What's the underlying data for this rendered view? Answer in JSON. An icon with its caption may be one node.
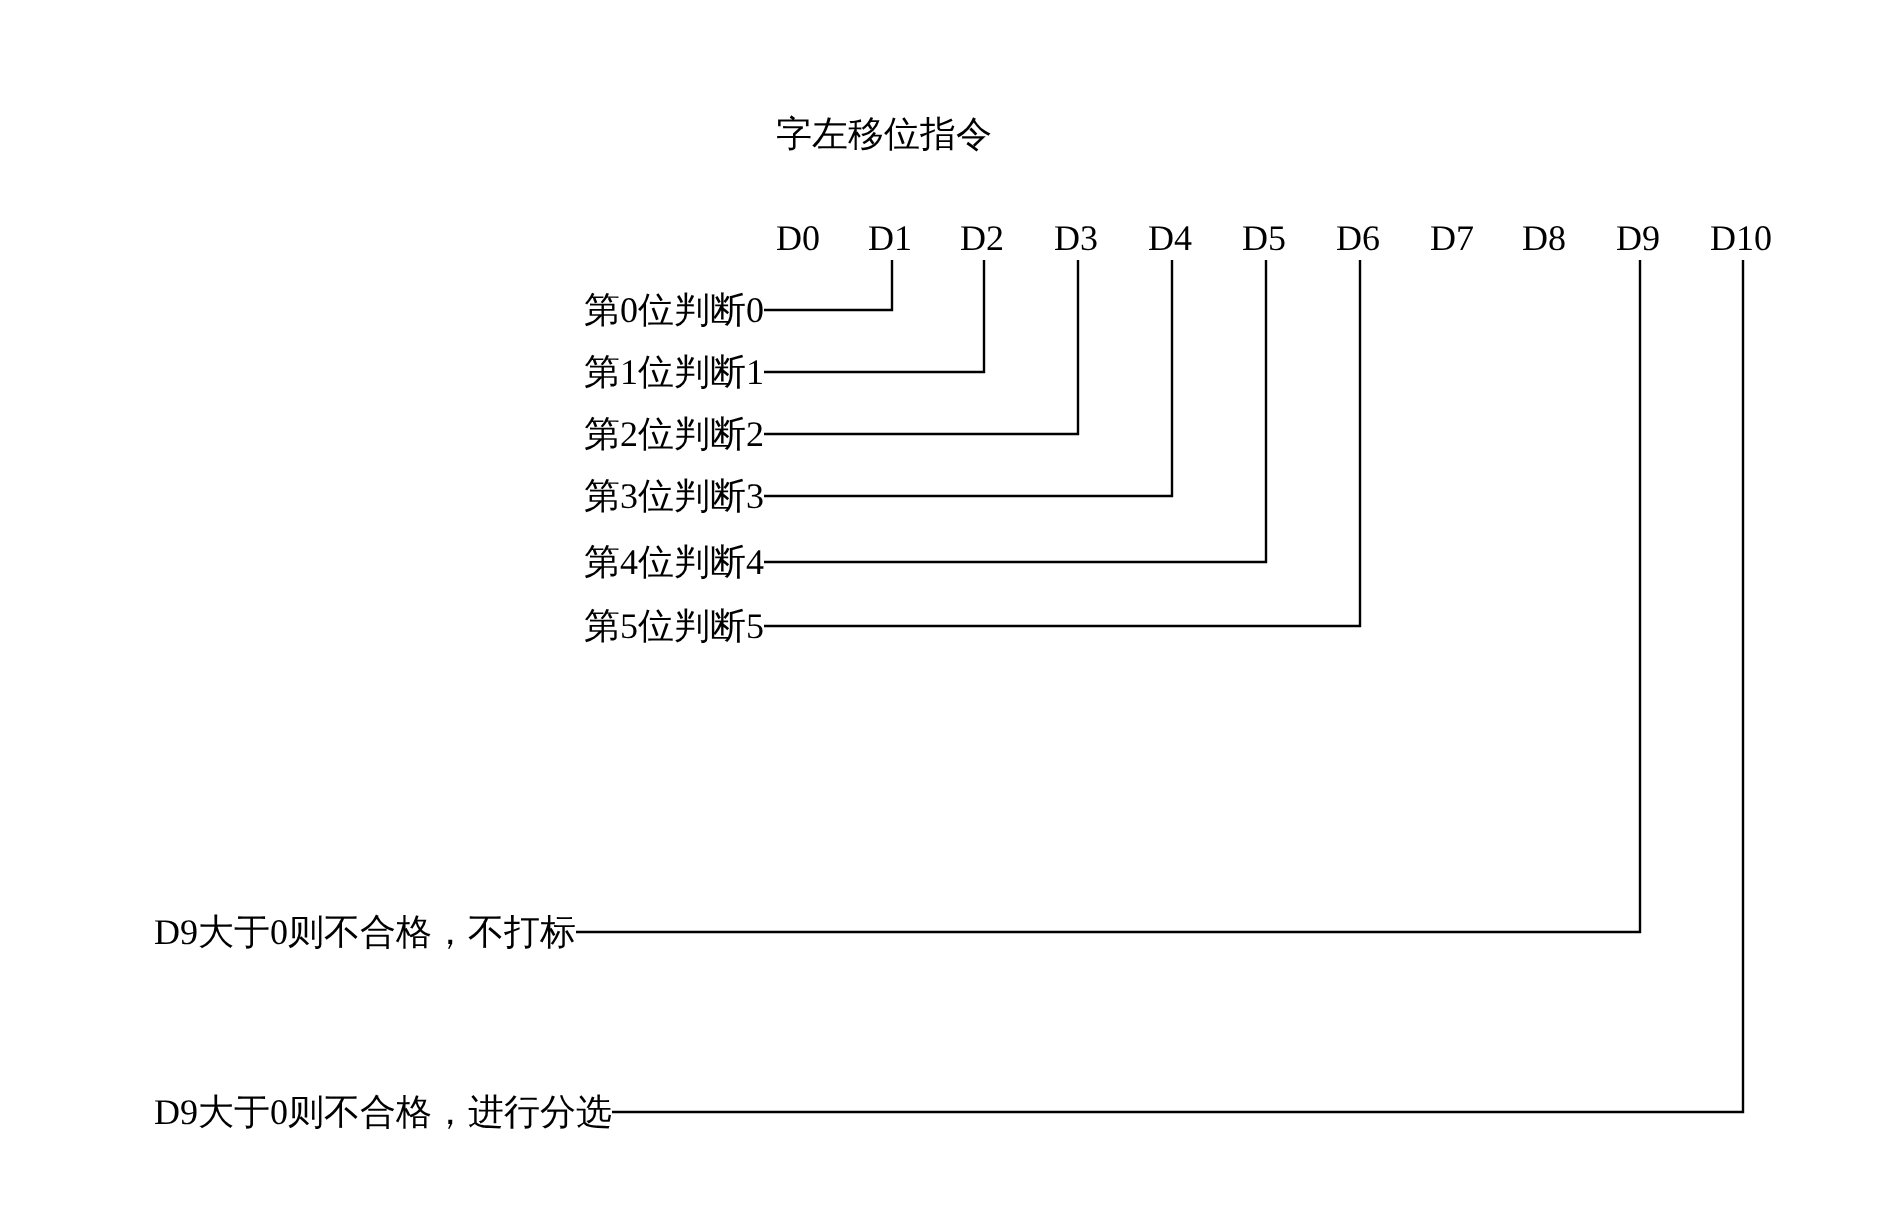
{
  "diagram": {
    "title": "字左移位指令",
    "nodes": [
      {
        "text": [
          "D0"
        ]
      },
      {
        "text": [
          "D1"
        ]
      },
      {
        "text": [
          "D2"
        ]
      },
      {
        "text": [
          "D3"
        ]
      },
      {
        "text": [
          "D4"
        ]
      },
      {
        "text": [
          "D5"
        ]
      },
      {
        "text": [
          "D6"
        ]
      },
      {
        "text": [
          "D7"
        ]
      },
      {
        "text": [
          "D8"
        ]
      },
      {
        "text": [
          "D9"
        ]
      },
      {
        "text": [
          "D10"
        ]
      },
      {
        "text": [
          "第0位判断0"
        ]
      },
      {
        "text": [
          "第1位判断1"
        ]
      },
      {
        "text": [
          "第2位判断2"
        ]
      },
      {
        "text": [
          "第3位判断3"
        ]
      },
      {
        "text": [
          "第4位判断4"
        ]
      },
      {
        "text": [
          "第5位判断5"
        ]
      },
      {
        "text": [
          "D9大于0则不合格，不打标"
        ]
      },
      {
        "text": [
          "D9大于0则不合格，进行分选"
        ]
      }
    ],
    "edges": [
      {
        "from": 11,
        "to": 1,
        "arrow": "none"
      },
      {
        "from": 12,
        "to": 2,
        "arrow": "none"
      },
      {
        "from": 13,
        "to": 3,
        "arrow": "none"
      },
      {
        "from": 14,
        "to": 4,
        "arrow": "none"
      },
      {
        "from": 15,
        "to": 5,
        "arrow": "none"
      },
      {
        "from": 16,
        "to": 6,
        "arrow": "none"
      },
      {
        "from": 17,
        "to": 9,
        "arrow": "none"
      },
      {
        "from": 18,
        "to": 10,
        "arrow": "none"
      }
    ]
  }
}
